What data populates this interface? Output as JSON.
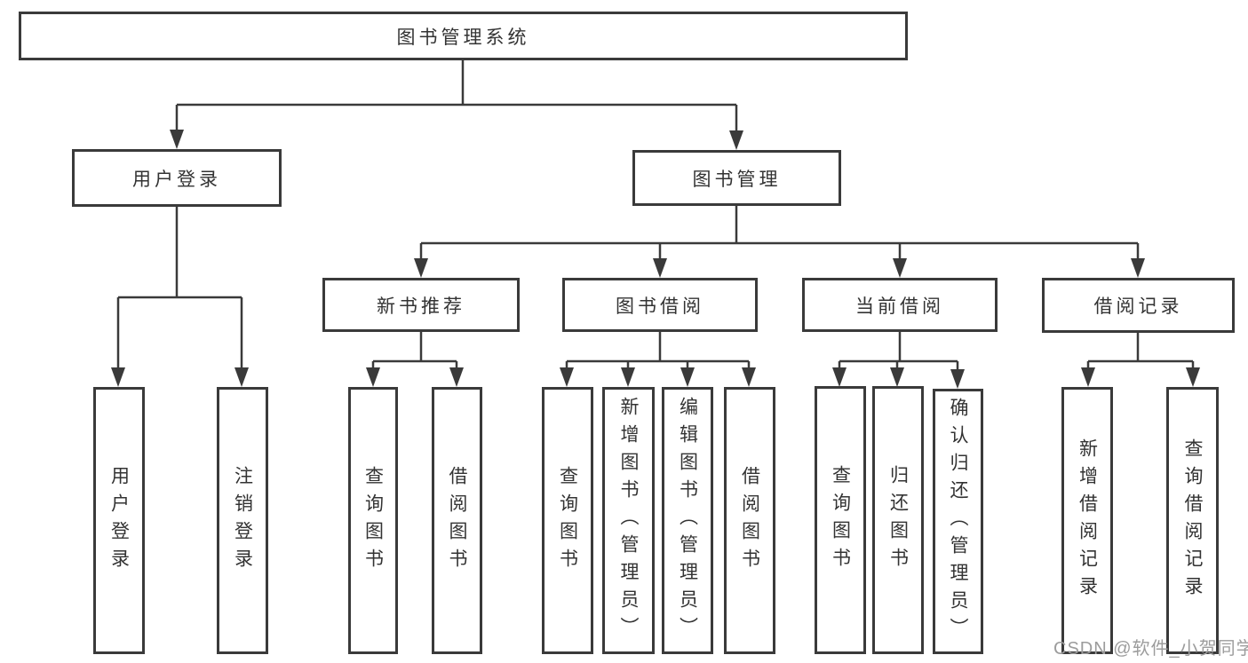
{
  "diagram": {
    "root": {
      "label": "图书管理系统"
    },
    "branches": [
      {
        "label": "用户登录",
        "children": [
          {
            "label": "用户登录"
          },
          {
            "label": "注销登录"
          }
        ]
      },
      {
        "label": "图书管理",
        "children": [
          {
            "label": "新书推荐",
            "children": [
              {
                "label": "查询图书"
              },
              {
                "label": "借阅图书"
              }
            ]
          },
          {
            "label": "图书借阅",
            "children": [
              {
                "label": "查询图书"
              },
              {
                "label": "新增图书（管理员）"
              },
              {
                "label": "编辑图书（管理员）"
              },
              {
                "label": "借阅图书"
              }
            ]
          },
          {
            "label": "当前借阅",
            "children": [
              {
                "label": "查询图书"
              },
              {
                "label": "归还图书"
              },
              {
                "label": "确认归还（管理员）"
              }
            ]
          },
          {
            "label": "借阅记录",
            "children": [
              {
                "label": "新增借阅记录"
              },
              {
                "label": "查询借阅记录"
              }
            ]
          }
        ]
      }
    ]
  },
  "watermark": {
    "text": "CSDN @软件_小贺同学"
  },
  "colors": {
    "line": "#3a3a3a",
    "box_border": "#3a3a3a",
    "text": "#333333",
    "watermark_text": "#9c9c9c",
    "background": "#ffffff"
  }
}
